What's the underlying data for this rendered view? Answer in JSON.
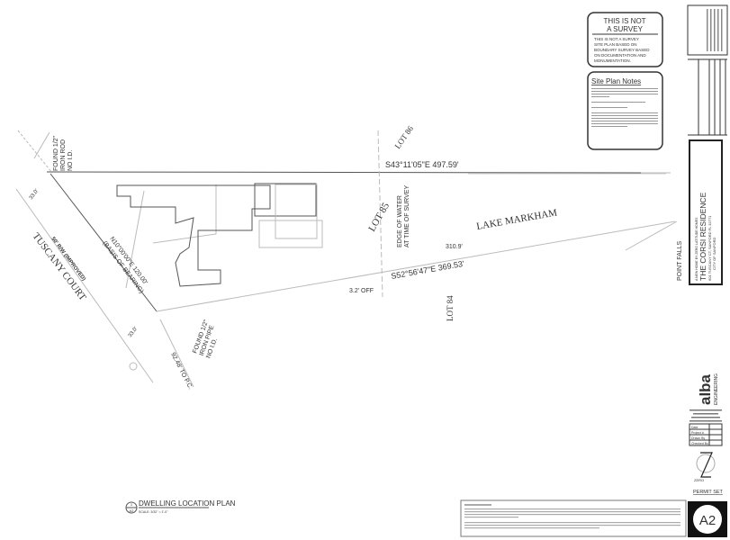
{
  "notice": {
    "title_line1": "THIS IS NOT",
    "title_line2": "A SURVEY",
    "body": [
      "THIS IS NOT A SURVEY",
      "SITE PLAN BASED ON",
      "BOUNDARY SURVEY BASED",
      "ON DOCUMENTATION AND",
      "MONUMENTATION."
    ]
  },
  "site_notes": {
    "title": "Site Plan Notes"
  },
  "plan": {
    "bearing_top": "S43°11'05\"E  497.59'",
    "bearing_bottom": "S52°56'47\"E  369.53'",
    "bearing_left_1": "N10°00'00\"E  120.00'",
    "bearing_left_2": "(BASIS OF BEARING)",
    "street_name": "TUSCANY COURT",
    "street_sub": "50' R/W (IMPROVED)",
    "dim_top": "33.0'",
    "dim_bottom": "33.0'",
    "found_top": [
      "FOUND 1/2\"",
      "IRON ROD",
      "NO I.D."
    ],
    "found_bottom": [
      "FOUND 1/2\"",
      "IRON PIPE",
      "NO I.D."
    ],
    "to_pc": "92.48' TO P.C.",
    "lot_86": "LOT 86",
    "lot_85": "LOT 85",
    "lot_84": "LOT 84",
    "edge_water_1": "EDGE OF WATER",
    "edge_water_2": "AT TIME OF SURVEY",
    "lake": "LAKE MARKHAM",
    "dist_lake": "310.9'",
    "offset": "3.2' OFF",
    "point_falls": "POINT FALLS"
  },
  "drawing_title": {
    "label": "DWELLING LOCATION PLAN",
    "scale": "SCALE: 3/32\" = 1'-0\"",
    "ref_num": "1",
    "ref_sheet": "A2"
  },
  "title_block": {
    "project_sub": "A NEW HOME BY ZERO LATITUDE HOMES",
    "project_name": "THE CORSI RESIDENCE",
    "address": "601 TUSCANY CT, SANFORD FL 32771",
    "city": "CITY OF SANFORD",
    "firm": "alba",
    "firm_sub": "ENGINEERING",
    "permit": "PERMIT SET",
    "sheet": "A2",
    "zero_logo": "ZERO",
    "info_rows": [
      "Date",
      "Project #",
      "Drawn By",
      "Checked By"
    ]
  },
  "colors": {
    "line": "#555555",
    "light_line": "#bbbbbb",
    "text": "#333333"
  }
}
